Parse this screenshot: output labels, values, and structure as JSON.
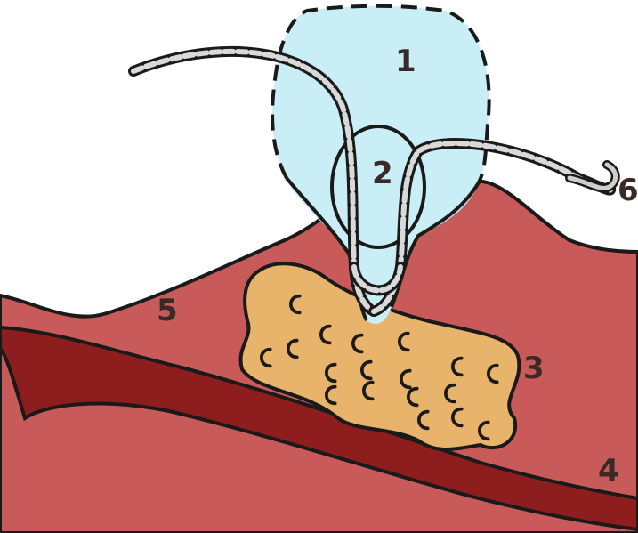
{
  "diagram": {
    "labels": {
      "l1": "1",
      "l2": "2",
      "l3": "3",
      "l4": "4",
      "l5": "5",
      "l6": "6"
    },
    "colors": {
      "tissue": "#c85a5a",
      "tissue_dark": "#8e1d1d",
      "fat": "#e8b46c",
      "bubble": "#c9eef6",
      "outline": "#1a1a1a",
      "suture": "#cfcfcf"
    }
  }
}
